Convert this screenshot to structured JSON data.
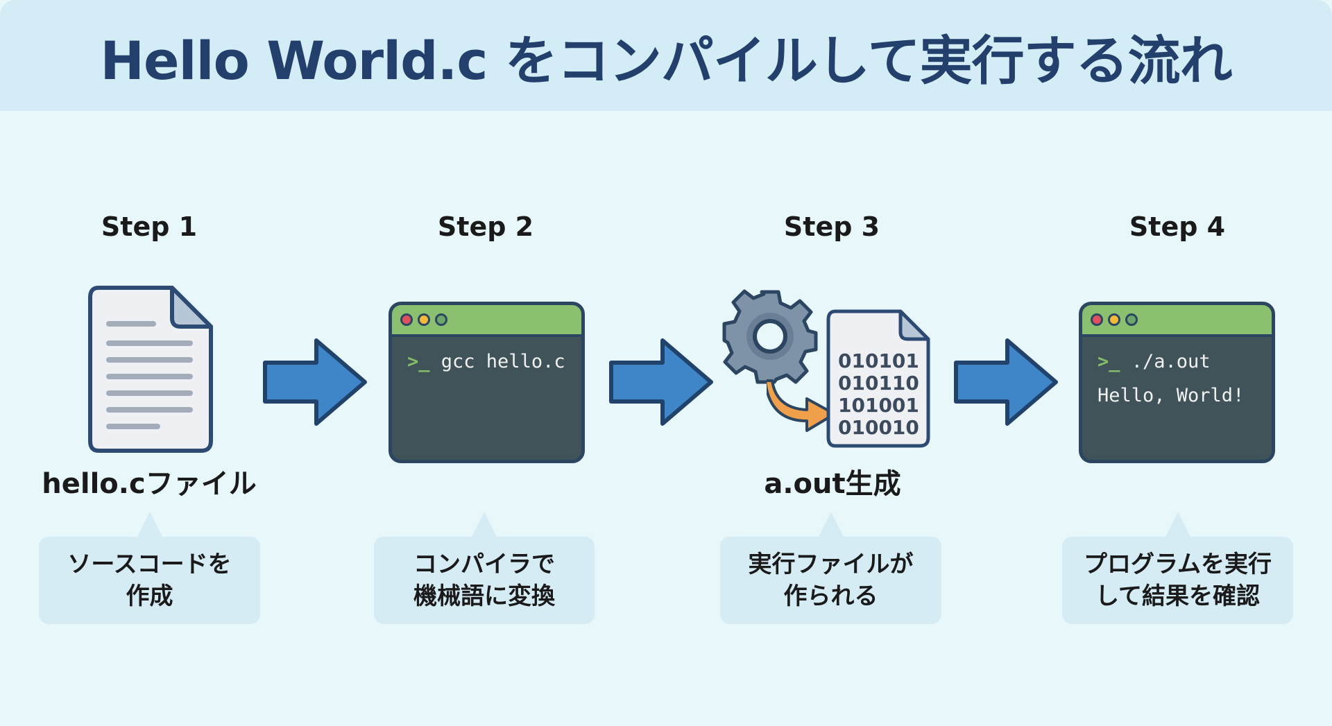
{
  "title": "Hello World.c をコンパイルして実行する流れ",
  "colors": {
    "title": "#22406b",
    "arrow": "#3f86c8",
    "terminal_bar": "#8ac06f",
    "terminal_bg": "#3f5358"
  },
  "steps": [
    {
      "label": "Step 1",
      "icon": "document-icon",
      "caption": "hello.cファイル",
      "description": "ソースコードを\n作成"
    },
    {
      "label": "Step 2",
      "icon": "terminal-icon",
      "command": "gcc hello.c",
      "caption": "",
      "description": "コンパイラで\n機械語に変換"
    },
    {
      "label": "Step 3",
      "icon": "gear-binary-icon",
      "binary": [
        "010101",
        "010110",
        "101001",
        "010010"
      ],
      "caption": "a.out生成",
      "description": "実行ファイルが\n作られる"
    },
    {
      "label": "Step 4",
      "icon": "terminal-icon",
      "command": "./a.out",
      "output": "Hello, World!",
      "caption": "",
      "description": "プログラムを実行\nして結果を確認"
    }
  ],
  "prompt_symbol": ">_"
}
